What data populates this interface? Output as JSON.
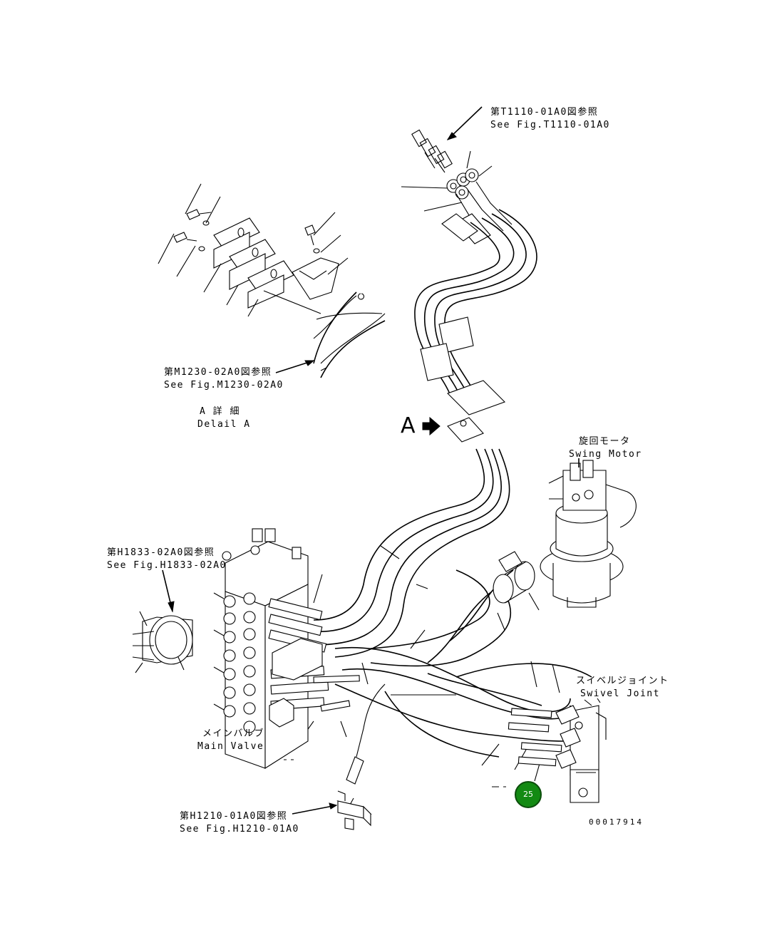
{
  "labels": {
    "t1110_jp": "第T1110-01A0図参照",
    "t1110_en": "See Fig.T1110-01A0",
    "m1230_jp": "第M1230-02A0図参照",
    "m1230_en": "See Fig.M1230-02A0",
    "detail_a_jp": "A 詳 細",
    "detail_a_en": "Delail A",
    "view_a": "A",
    "swing_motor_jp": "旋回モータ",
    "swing_motor_en": "Swing Motor",
    "h1833_jp": "第H1833-02A0図参照",
    "h1833_en": "See Fig.H1833-02A0",
    "swivel_joint_jp": "スイベルジョイント",
    "swivel_joint_en": "Swivel Joint",
    "main_valve_jp": "メインバルブ",
    "main_valve_en": "Main Valve",
    "h1210_jp": "第H1210-01A0図参照",
    "h1210_en": "See Fig.H1210-01A0",
    "drawing_number": "00017914"
  },
  "callouts": [
    {
      "number": "25",
      "color": "#138a13"
    }
  ]
}
